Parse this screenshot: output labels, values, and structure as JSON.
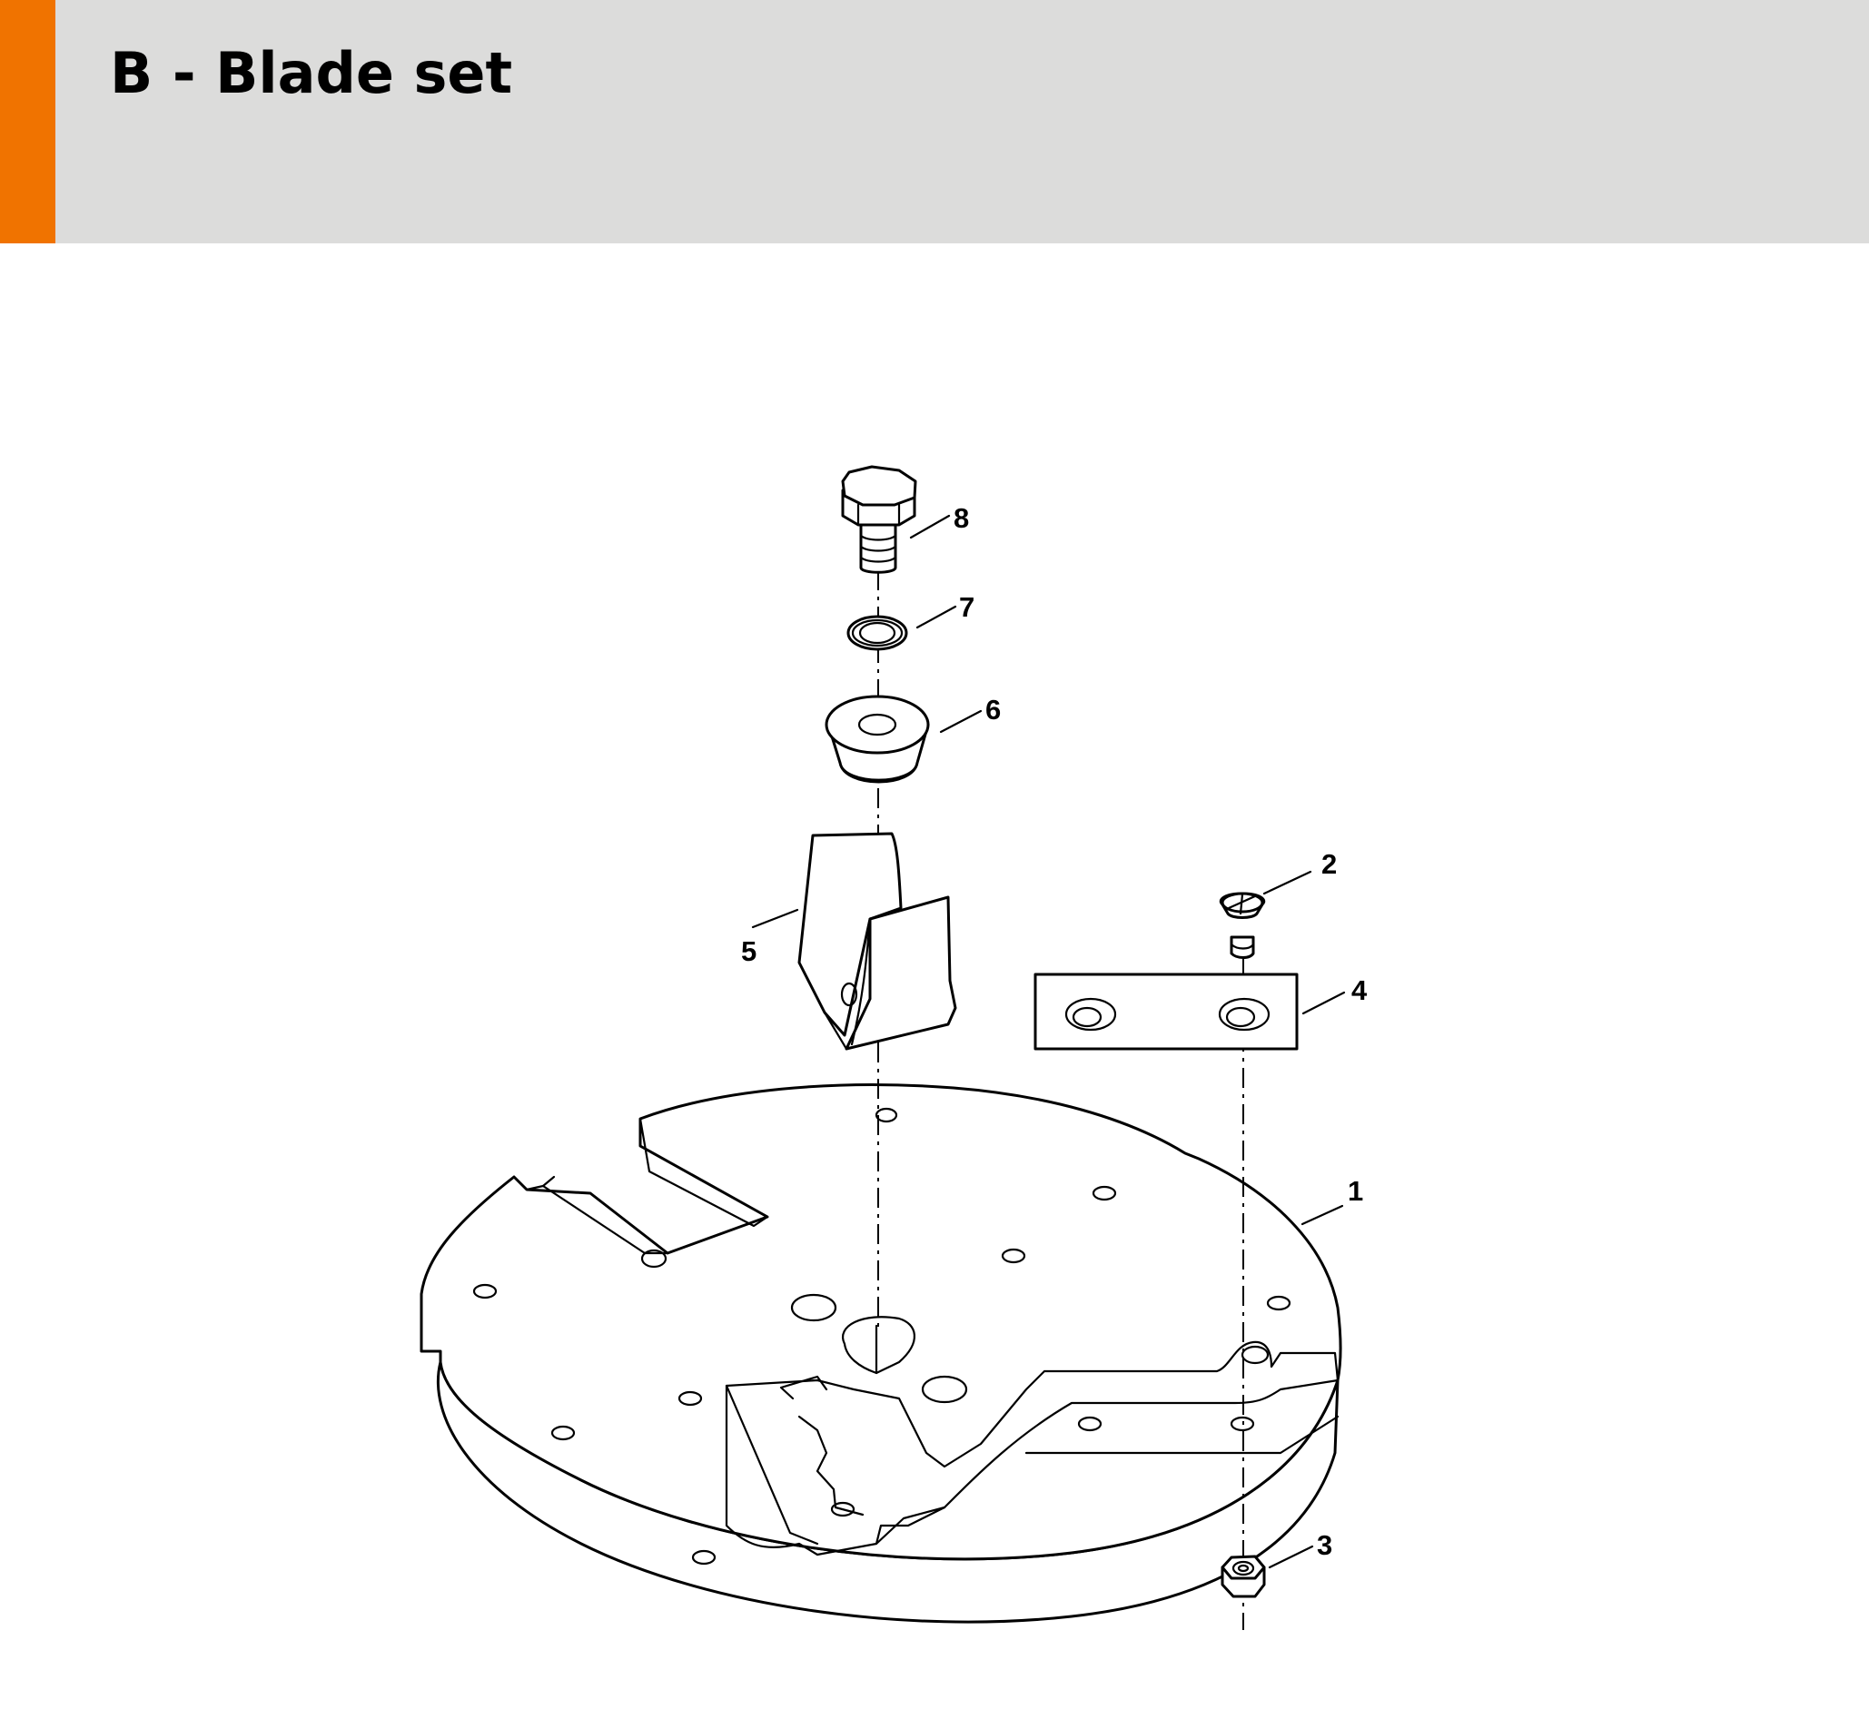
{
  "header": {
    "title": "B - Blade set",
    "accent_color": "#f07300",
    "background_color": "#dcdcdb"
  },
  "diagram": {
    "callouts": [
      {
        "id": "callout-1",
        "label": "1"
      },
      {
        "id": "callout-2",
        "label": "2"
      },
      {
        "id": "callout-3",
        "label": "3"
      },
      {
        "id": "callout-4",
        "label": "4"
      },
      {
        "id": "callout-5",
        "label": "5"
      },
      {
        "id": "callout-6",
        "label": "6"
      },
      {
        "id": "callout-7",
        "label": "7"
      },
      {
        "id": "callout-8",
        "label": "8"
      }
    ]
  }
}
